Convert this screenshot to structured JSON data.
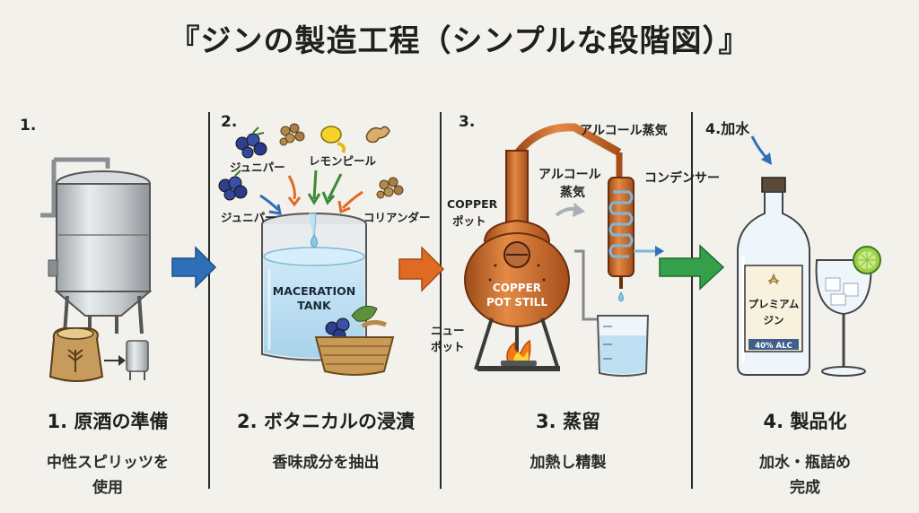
{
  "title": "『ジンの製造工程（シンプルな段階図）』",
  "steps": [
    {
      "num": "1.",
      "title": "1. 原酒の準備",
      "subtitle": "中性スピリッツを\n使用"
    },
    {
      "num": "2.",
      "title": "2. ボタニカルの浸漬",
      "subtitle": "香味成分を抽出"
    },
    {
      "num": "3.",
      "title": "3. 蒸留",
      "subtitle": "加熱し精製"
    },
    {
      "num": "4.加水",
      "title": "4. 製品化",
      "subtitle": "加水・瓶詰め\n完成"
    }
  ],
  "botanicals": {
    "juniper_top": "ジュニパー",
    "lemon_peel": "レモンピール",
    "juniper_left": "ジュニパー",
    "coriander": "コリアンダー"
  },
  "tank_label": [
    "MACERATION",
    "TANK"
  ],
  "still": {
    "alcohol_vapor_top": "アルコール蒸気",
    "alcohol_vapor_mid": [
      "アルコール",
      "蒸気"
    ],
    "condenser": "コンデンサー",
    "copper_pot_left": [
      "COPPER",
      "ポット"
    ],
    "new_pot": [
      "ニュー",
      "ポット"
    ],
    "pot_label": [
      "COPPER",
      "POT STILL"
    ]
  },
  "bottle": {
    "label": [
      "プレミアム",
      "ジン"
    ],
    "abv": "40% ALC"
  },
  "colors": {
    "arrow1": "#2f6fb8",
    "arrow2": "#e06a24",
    "arrow3": "#35a04a",
    "copper": "#c86a2a",
    "liquid": "#bfe0f2"
  }
}
